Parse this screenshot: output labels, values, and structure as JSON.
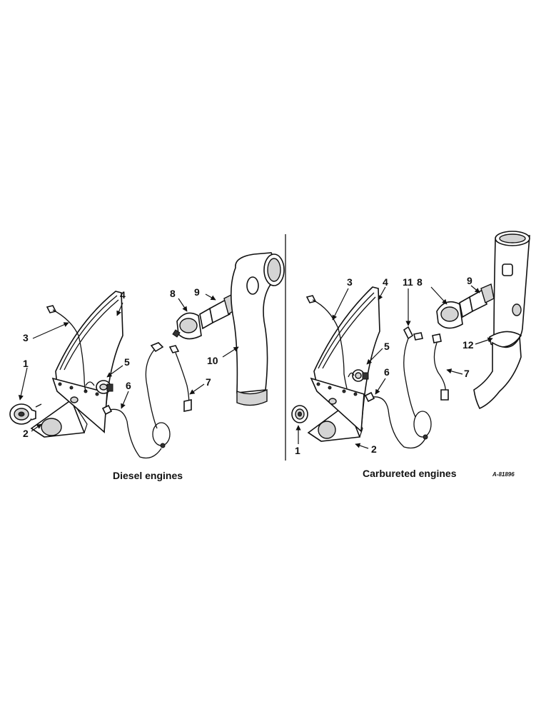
{
  "captions": {
    "left": "Diesel engines",
    "right": "Carbureted engines",
    "reference": "A-81896"
  },
  "left_callouts": [
    "1",
    "2",
    "3",
    "4",
    "5",
    "6",
    "7",
    "8",
    "9",
    "10"
  ],
  "right_callouts": [
    "1",
    "2",
    "3",
    "4",
    "5",
    "6",
    "7",
    "8",
    "9",
    "11",
    "12"
  ]
}
